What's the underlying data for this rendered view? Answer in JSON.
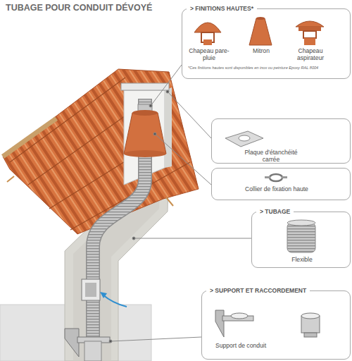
{
  "diagram": {
    "title": "TUBAGE POUR CONDUIT DÉVOYÉ",
    "nodes": [
      {
        "text": [
          "> FINITIONS HAUTES*",
          "Chapeau pare-pluie",
          "Mitron",
          "Chapeau aspirateur",
          "*Ces finitions hautes sont disponibles en inox ou peinture Epoxy RAL 8004"
        ]
      },
      {
        "text": [
          "Plaque d'étanchéité carrée"
        ]
      },
      {
        "text": [
          "Collier de fixation haute"
        ]
      },
      {
        "text": [
          "> TUBAGE",
          "Flexible"
        ]
      },
      {
        "text": [
          "> SUPPORT ET RACCORDEMENT",
          "Support de conduit"
        ]
      }
    ]
  }
}
